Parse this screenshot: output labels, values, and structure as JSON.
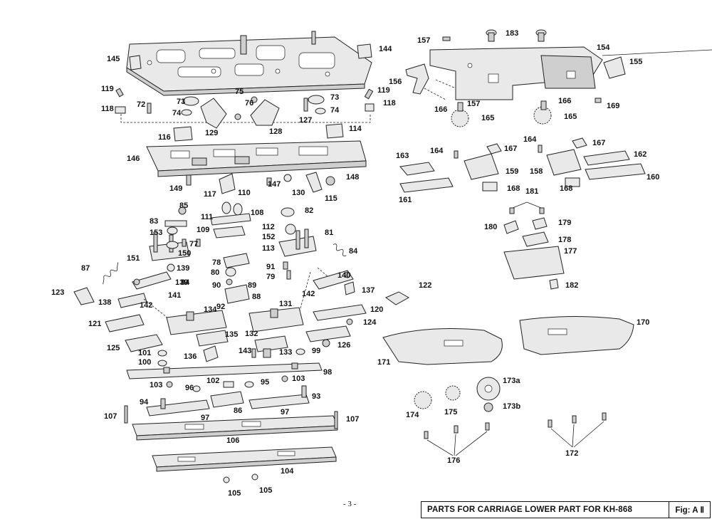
{
  "title": "PARTS FOR CARRIAGE LOWER PART FOR KH-868",
  "figure": "Fig: A Ⅱ",
  "page_number": "- 3 -",
  "part_labels": [
    "145",
    "144",
    "75",
    "76",
    "119",
    "72",
    "73",
    "74",
    "118",
    "129",
    "128",
    "127",
    "73",
    "74",
    "119",
    "118",
    "116",
    "114",
    "146",
    "149",
    "117",
    "147",
    "110",
    "130",
    "115",
    "148",
    "85",
    "82",
    "83",
    "111",
    "108",
    "153",
    "109",
    "112",
    "152",
    "81",
    "77",
    "113",
    "150",
    "151",
    "78",
    "87",
    "139",
    "80",
    "91",
    "79",
    "84",
    "139",
    "90",
    "89",
    "140",
    "138",
    "141",
    "84",
    "88",
    "123",
    "142",
    "92",
    "142",
    "137",
    "122",
    "131",
    "134",
    "121",
    "135",
    "132",
    "120",
    "124",
    "125",
    "101",
    "143",
    "99",
    "133",
    "136",
    "126",
    "100",
    "98",
    "103",
    "102",
    "95",
    "96",
    "103",
    "93",
    "94",
    "86",
    "97",
    "97",
    "107",
    "107",
    "106",
    "104",
    "105",
    "105",
    "157",
    "183",
    "154",
    "155",
    "156",
    "157",
    "166",
    "166",
    "169",
    "165",
    "165",
    "164",
    "167",
    "164",
    "167",
    "163",
    "159",
    "158",
    "162",
    "161",
    "168",
    "168",
    "160",
    "181",
    "180",
    "179",
    "178",
    "177",
    "182",
    "171",
    "170",
    "173a",
    "174",
    "175",
    "173b",
    "176",
    "172"
  ]
}
